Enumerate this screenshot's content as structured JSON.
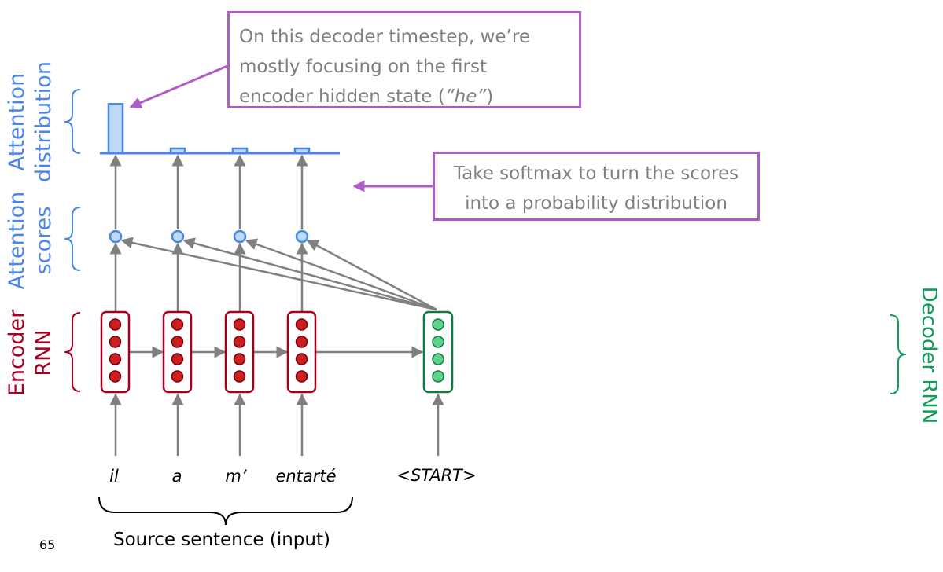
{
  "labels": {
    "attention_distribution": [
      "Attention",
      "distribution"
    ],
    "attention_scores": [
      "Attention",
      "scores"
    ],
    "encoder_rnn": [
      "Encoder",
      "RNN"
    ],
    "decoder_rnn": "Decoder RNN"
  },
  "source_words": [
    "il",
    "a",
    "m’",
    "entarté"
  ],
  "decoder_input": "<START>",
  "source_caption": "Source sentence (input)",
  "slide_number": "65",
  "callout_focus": {
    "lines": [
      "On this decoder timestep, we’re",
      "mostly focusing on the first"
    ],
    "line3_prefix": "encoder hidden state (",
    "line3_italic": "”he”",
    "line3_suffix": ")"
  },
  "callout_softmax": {
    "lines": [
      "Take softmax to turn the scores",
      "into a probability distribution"
    ]
  },
  "attention_distribution_values": [
    0.95,
    0.05,
    0.05,
    0.05
  ],
  "colors": {
    "attention": "#4a86e8",
    "attention_fill": "#bfdaf7",
    "encoder": "#a50021",
    "encoder_dot": "#cc1f1f",
    "decoder": "#0f9d58",
    "decoder_dot": "#5fd38a",
    "callout_border": "#b05cc6",
    "arrow": "#808080"
  }
}
